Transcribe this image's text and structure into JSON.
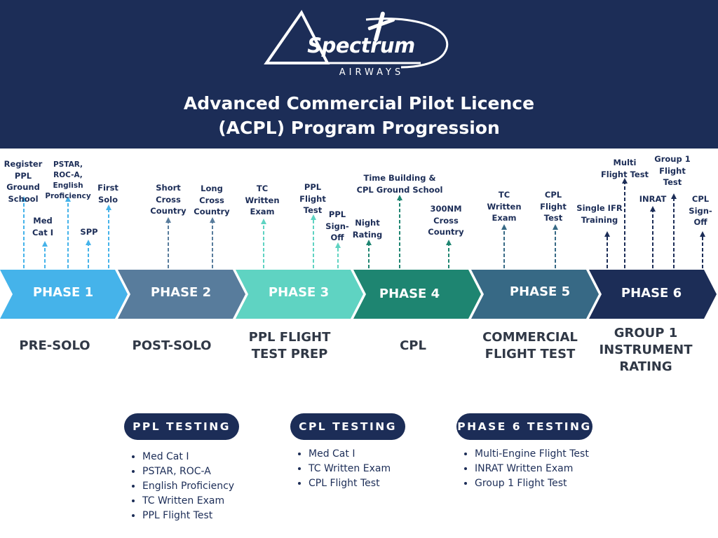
{
  "header": {
    "brand": "Spectrum",
    "brand_sub": "AIRWAYS",
    "title_lines": [
      "Advanced Commercial Pilot Licence",
      "(ACPL) Program Progression"
    ],
    "background": "#1c2d57"
  },
  "phases": [
    {
      "label": "PHASE 1",
      "desc": [
        "PRE-SOLO"
      ],
      "color": "#45b3ea"
    },
    {
      "label": "PHASE 2",
      "desc": [
        "POST-SOLO"
      ],
      "color": "#587c9c"
    },
    {
      "label": "PHASE 3",
      "desc": [
        "PPL FLIGHT",
        "TEST PREP"
      ],
      "color": "#5fd3c2"
    },
    {
      "label": "PHASE 4",
      "desc": [
        "CPL"
      ],
      "color": "#1e8571"
    },
    {
      "label": "PHASE 5",
      "desc": [
        "COMMERCIAL",
        "FLIGHT TEST"
      ],
      "color": "#376985"
    },
    {
      "label": "PHASE 6",
      "desc": [
        "GROUP 1",
        "INSTRUMENT",
        "RATING"
      ],
      "color": "#1c2d57"
    }
  ],
  "milestones": [
    {
      "phase": 1,
      "text": [
        "Register",
        "PPL",
        "Ground",
        "School"
      ]
    },
    {
      "phase": 1,
      "text": [
        "Med",
        "Cat I"
      ]
    },
    {
      "phase": 1,
      "text": [
        "PSTAR,",
        "ROC-A,",
        "English",
        "Proficiency"
      ]
    },
    {
      "phase": 1,
      "text": [
        "SPP"
      ]
    },
    {
      "phase": 1,
      "text": [
        "First",
        "Solo"
      ]
    },
    {
      "phase": 2,
      "text": [
        "Short",
        "Cross",
        "Country"
      ]
    },
    {
      "phase": 2,
      "text": [
        "Long",
        "Cross",
        "Country"
      ]
    },
    {
      "phase": 3,
      "text": [
        "TC",
        "Written",
        "Exam"
      ]
    },
    {
      "phase": 3,
      "text": [
        "PPL",
        "Flight",
        "Test"
      ]
    },
    {
      "phase": 3,
      "text": [
        "PPL",
        "Sign-",
        "Off"
      ]
    },
    {
      "phase": 4,
      "text": [
        "Night",
        "Rating"
      ]
    },
    {
      "phase": 4,
      "text": [
        "Time Building &",
        "CPL Ground School"
      ]
    },
    {
      "phase": 4,
      "text": [
        "300NM",
        "Cross",
        "Country"
      ]
    },
    {
      "phase": 5,
      "text": [
        "TC",
        "Written",
        "Exam"
      ]
    },
    {
      "phase": 5,
      "text": [
        "CPL",
        "Flight",
        "Test"
      ]
    },
    {
      "phase": 6,
      "text": [
        "Single IFR",
        "Training"
      ]
    },
    {
      "phase": 6,
      "text": [
        "Multi",
        "Flight Test"
      ]
    },
    {
      "phase": 6,
      "text": [
        "INRAT"
      ]
    },
    {
      "phase": 6,
      "text": [
        "Group 1",
        "Flight",
        "Test"
      ]
    },
    {
      "phase": 6,
      "text": [
        "CPL",
        "Sign-",
        "Off"
      ]
    }
  ],
  "testing": [
    {
      "title": "PPL TESTING",
      "items": [
        "Med Cat I",
        "PSTAR, ROC-A",
        "English Proficiency",
        "TC Written Exam",
        "PPL Flight Test"
      ]
    },
    {
      "title": "CPL TESTING",
      "items": [
        "Med Cat I",
        "TC Written Exam",
        "CPL Flight Test"
      ]
    },
    {
      "title": "PHASE 6 TESTING",
      "items": [
        "Multi-Engine Flight Test",
        "INRAT Written Exam",
        "Group 1 Flight Test"
      ]
    }
  ]
}
